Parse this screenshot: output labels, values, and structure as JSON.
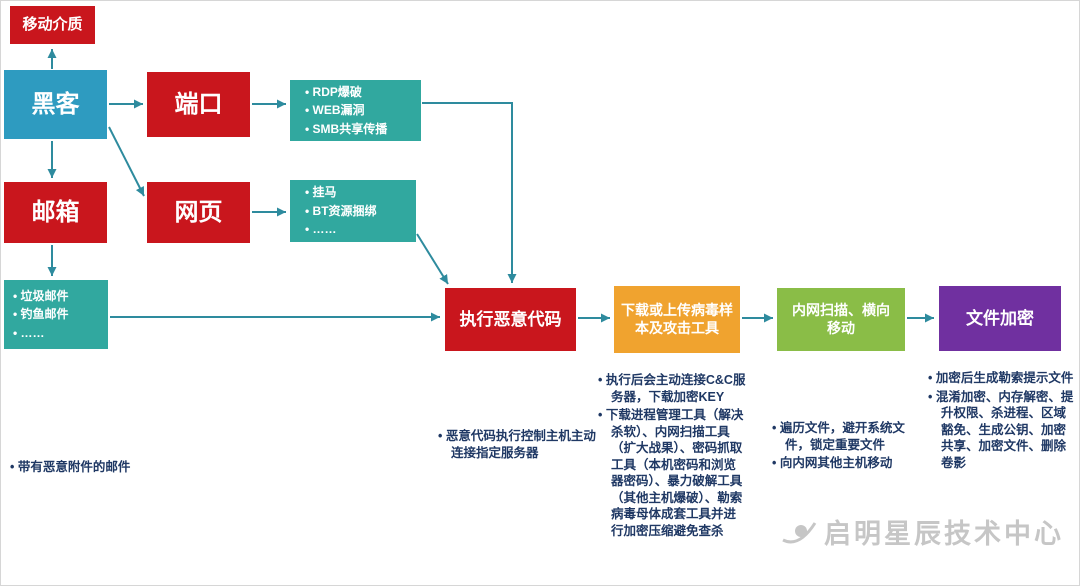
{
  "diagram": {
    "nodes": {
      "mobile_media": "移动介质",
      "hacker": "黑客",
      "port": "端口",
      "email": "邮箱",
      "webpage": "网页",
      "execute": "执行恶意代码",
      "download": "下载或上传病毒样本及攻击工具",
      "scan": "内网扫描、横向移动",
      "encrypt": "文件加密"
    },
    "lists": {
      "port_methods": [
        "RDP爆破",
        "WEB漏洞",
        "SMB共享传播"
      ],
      "web_methods": [
        "挂马",
        "BT资源捆绑",
        "……"
      ],
      "mail_methods": [
        "垃圾邮件",
        "钓鱼邮件",
        "……"
      ]
    },
    "notes": {
      "mail": "带有恶意附件的邮件",
      "execute": "恶意代码执行控制主机主动连接指定服务器",
      "download": [
        "执行后会主动连接C&C服务器，下载加密KEY",
        "下载进程管理工具（解决杀软）、内网扫描工具（扩大战果）、密码抓取工具（本机密码和浏览器密码）、暴力破解工具（其他主机爆破）、勒索病毒母体成套工具并进行加密压缩避免查杀"
      ],
      "scan": [
        "遍历文件，避开系统文件，锁定重要文件",
        "向内网其他主机移动"
      ],
      "encrypt": [
        "加密后生成勒索提示文件",
        "混淆加密、内存解密、提升权限、杀进程、区域豁免、生成公钥、加密共享、加密文件、删除卷影"
      ]
    },
    "watermark": "启明星辰技术中心",
    "colors": {
      "red": "#C9161D",
      "blue": "#2E9BC0",
      "teal": "#31A89F",
      "orange": "#F0A32F",
      "green": "#8ABD47",
      "purple": "#7030A0",
      "arrow": "#2E8B9E",
      "note_text": "#1F3864",
      "watermark": "#C6C6C6"
    }
  }
}
